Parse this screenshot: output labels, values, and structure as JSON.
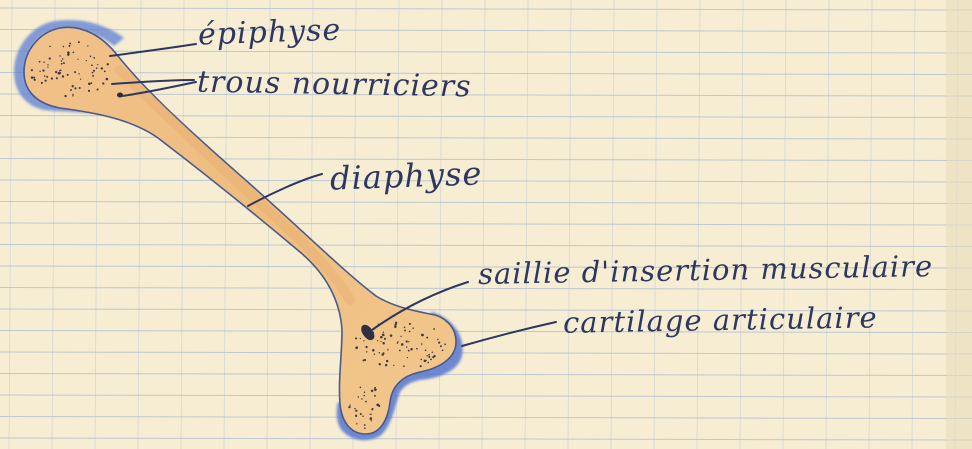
{
  "labels": {
    "epiphyse": "épiphyse",
    "trous_nourriciers": "trous nourriciers",
    "diaphyse": "diaphyse",
    "saillie": "saillie d'insertion musculaire",
    "cartilage": "cartilage articulaire"
  },
  "colors": {
    "paper": "#f6edd3",
    "grid_line": "#9fb6cf",
    "grid_red": "#d9a8a0",
    "bone_fill": "#efbf82",
    "bone_outline": "#4a5a8a",
    "cartilage_blue": "#4d6fd0",
    "ink": "#2d3760"
  }
}
